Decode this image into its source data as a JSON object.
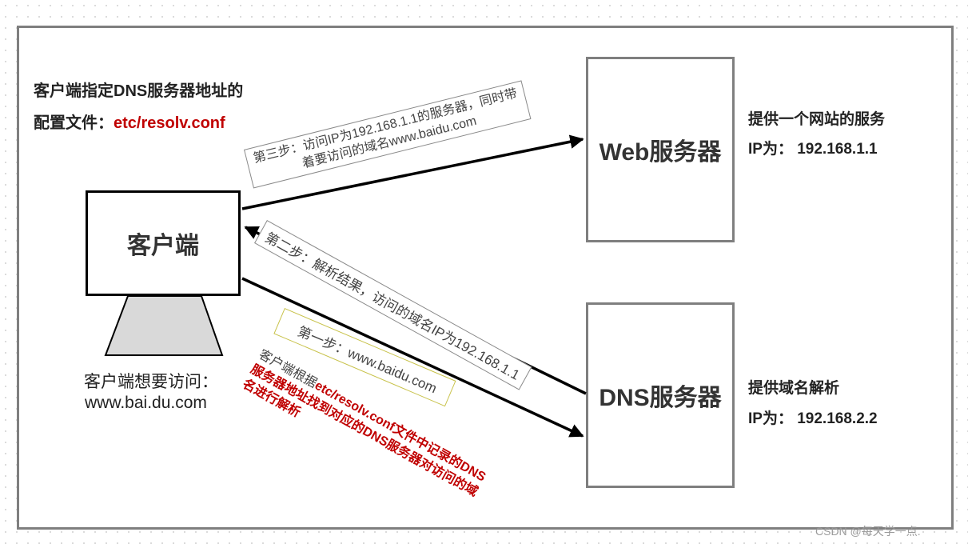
{
  "nodes": {
    "client": "客户端",
    "web": "Web服务器",
    "dns": "DNS服务器"
  },
  "config_note": {
    "line1": "客户端指定DNS服务器地址的",
    "line2_prefix": "配置文件：",
    "line2_file": "etc/resolv.conf"
  },
  "web_info": {
    "line1": "提供一个网站的服务",
    "line2": "IP为：  192.168.1.1"
  },
  "dns_info": {
    "line1": "提供域名解析",
    "line2": "IP为：  192.168.2.2"
  },
  "client_want": {
    "line1": "客户端想要访问：",
    "line2": "www.bai.du.com"
  },
  "steps": {
    "step3_line1": "第三步：访问IP为192.168.1.1的服务器，同时带",
    "step3_line2": "着要访问的域名www.baidu.com",
    "step2": "第二步：解析结果，访问的域名IP为192.168.1.1",
    "step1": "第一步：www.baidu.com",
    "explain_prefix": "客户端根据",
    "explain_red1": "etc/resolv.conf文件中记录的DNS",
    "explain_red2": "服务器地址找到对应的DNS服务器对访问的域",
    "explain_red3": "名进行解析"
  },
  "watermark": "CSDN @每天学一点.",
  "colors": {
    "accent_red": "#c00000",
    "frame_gray": "#7f7f7f",
    "step1_border": "#c8c24a"
  }
}
